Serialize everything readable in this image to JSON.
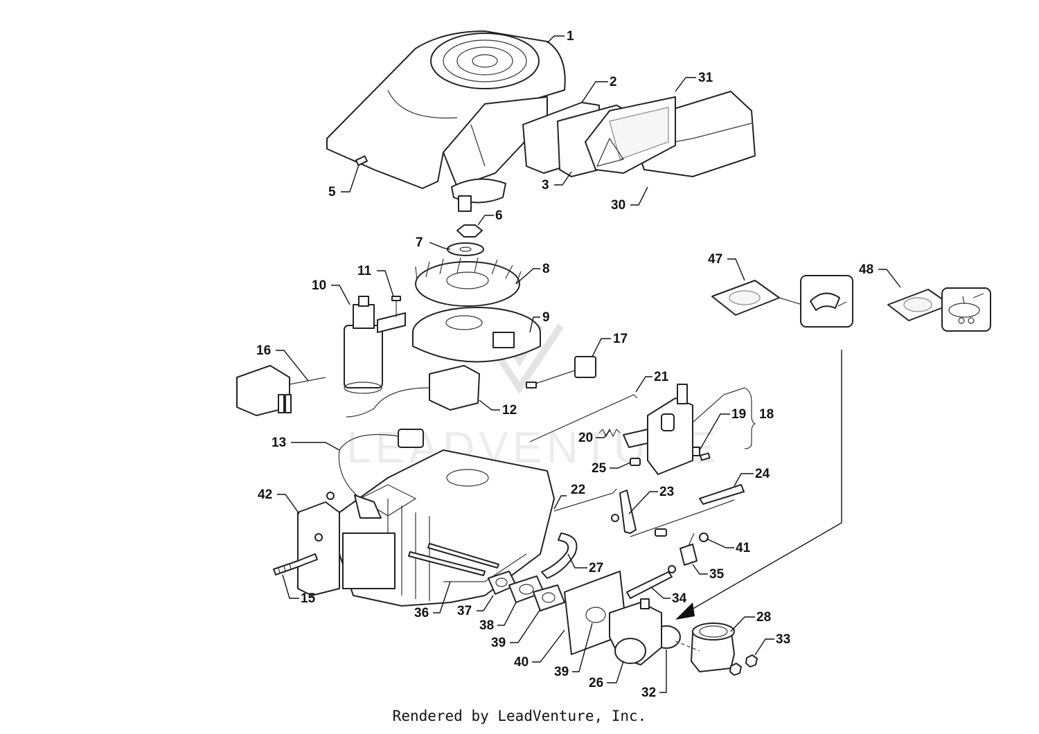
{
  "diagram": {
    "callouts": [
      "1",
      "2",
      "3",
      "5",
      "6",
      "7",
      "8",
      "9",
      "10",
      "11",
      "12",
      "13",
      "15",
      "16",
      "17",
      "18",
      "19",
      "20",
      "21",
      "22",
      "23",
      "24",
      "25",
      "26",
      "27",
      "28",
      "30",
      "31",
      "32",
      "33",
      "34",
      "35",
      "36",
      "37",
      "38",
      "39",
      "39",
      "40",
      "41",
      "42",
      "47",
      "48"
    ]
  },
  "watermark": {
    "text": "LEADVENTURE"
  },
  "footer": {
    "credit": "Rendered by LeadVenture, Inc."
  },
  "colors": {
    "line": "#222222",
    "background": "#ffffff",
    "watermark": "#e4e4e4"
  }
}
